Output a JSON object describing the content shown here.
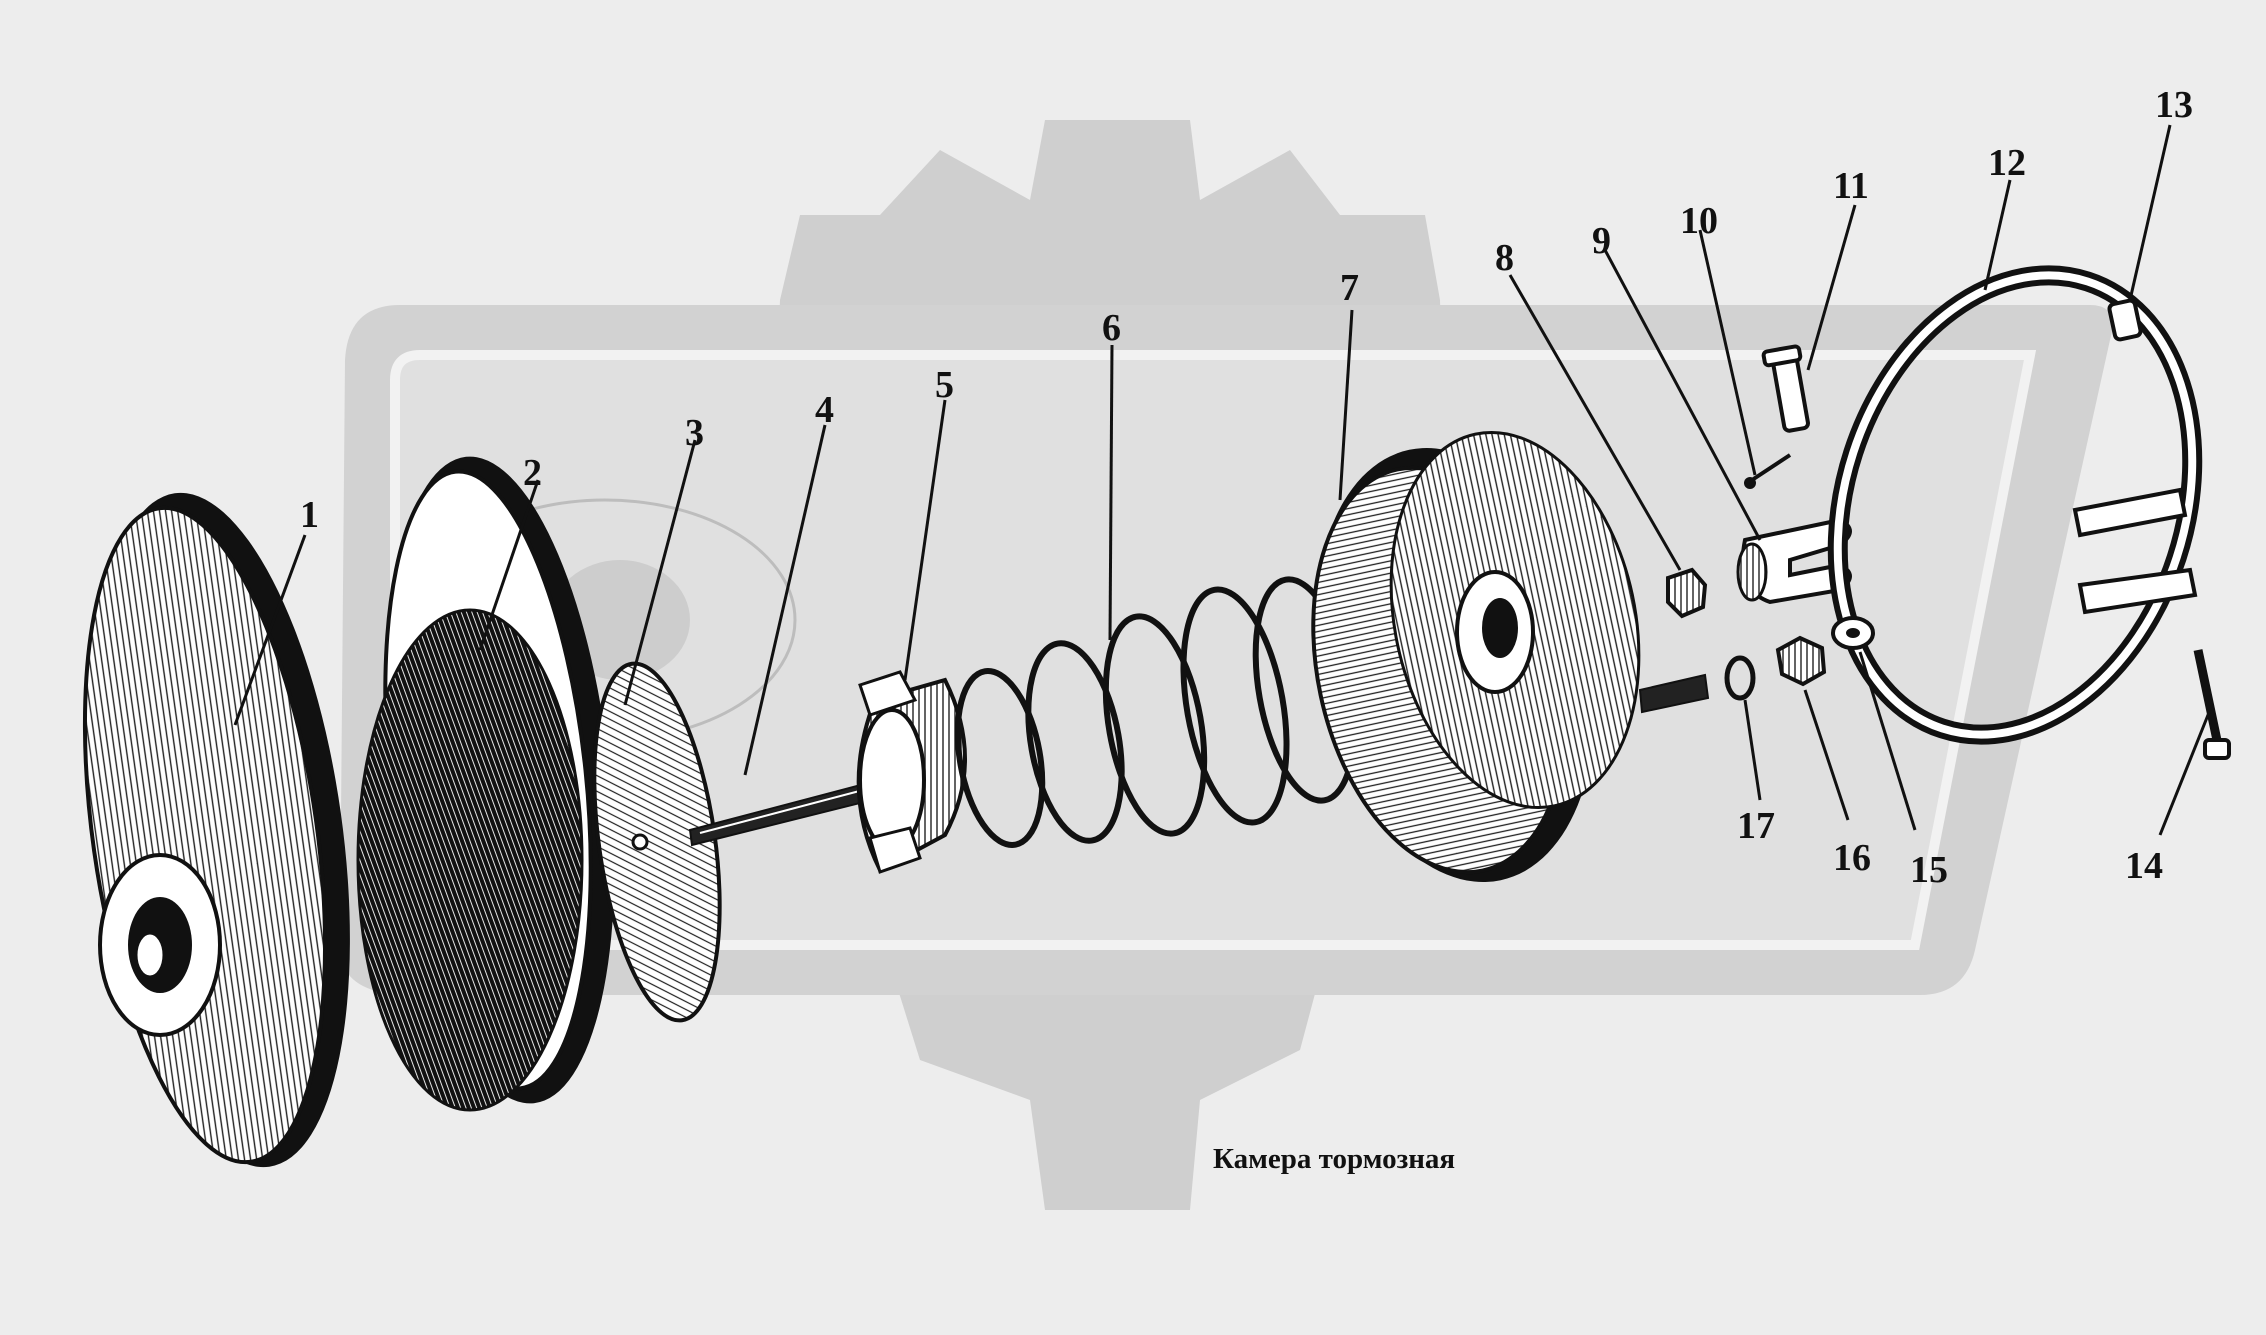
{
  "caption": "Камера тормозная",
  "callouts": [
    {
      "number": "1"
    },
    {
      "number": "2"
    },
    {
      "number": "3"
    },
    {
      "number": "4"
    },
    {
      "number": "5"
    },
    {
      "number": "6"
    },
    {
      "number": "7"
    },
    {
      "number": "8"
    },
    {
      "number": "9"
    },
    {
      "number": "10"
    },
    {
      "number": "11"
    },
    {
      "number": "12"
    },
    {
      "number": "13"
    },
    {
      "number": "14"
    },
    {
      "number": "15"
    },
    {
      "number": "16"
    },
    {
      "number": "17"
    }
  ],
  "colors": {
    "background": "#ededed",
    "watermark": "#cfcfcf",
    "watermark_inner": "#dcdcdc",
    "ink": "#111111",
    "part_fill": "#ffffff"
  }
}
